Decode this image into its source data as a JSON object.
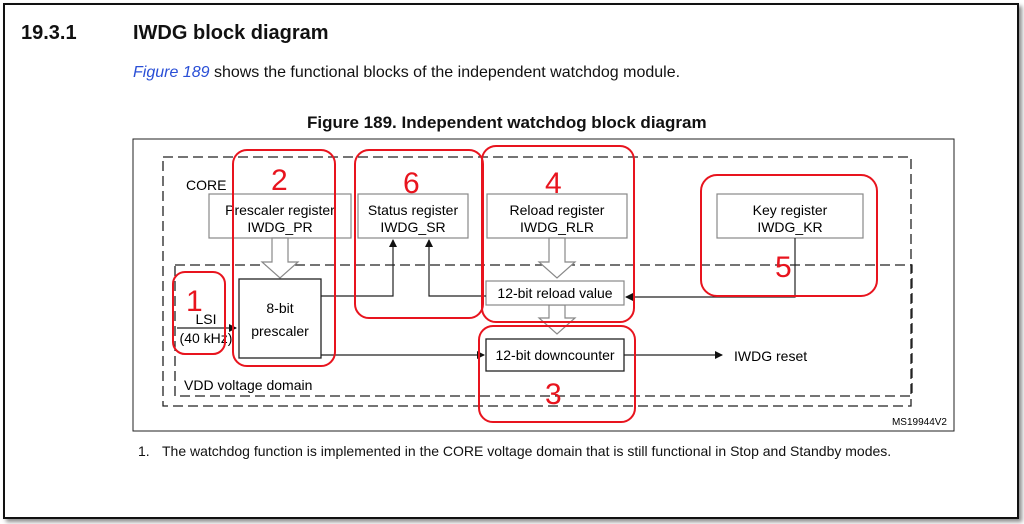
{
  "section": {
    "number": "19.3.1",
    "title": "IWDG block diagram"
  },
  "intro": {
    "link_text": "Figure 189",
    "text": " shows the functional blocks of the independent watchdog module."
  },
  "figure": {
    "title": "Figure 189. Independent watchdog block diagram",
    "core_label": "CORE",
    "vdd_label": "VDD voltage domain",
    "prescaler_register": [
      "Prescaler register",
      "IWDG_PR"
    ],
    "status_register": [
      "Status register",
      "IWDG_SR"
    ],
    "reload_register": [
      "Reload register",
      "IWDG_RLR"
    ],
    "key_register": [
      "Key register",
      "IWDG_KR"
    ],
    "lsi": [
      "LSI",
      "(40 kHz)"
    ],
    "prescaler": [
      "8-bit",
      "prescaler"
    ],
    "reload_value": "12-bit reload value",
    "downcounter": "12-bit downcounter",
    "reset_label": "IWDG reset",
    "figure_id": "MS19944V2",
    "annotation_color": "#e8141e",
    "annotations": [
      "1",
      "2",
      "3",
      "4",
      "5",
      "6"
    ]
  },
  "footnote": {
    "number": "1.",
    "text": "The watchdog function is implemented in the CORE voltage domain that is still functional in Stop and Standby modes."
  }
}
